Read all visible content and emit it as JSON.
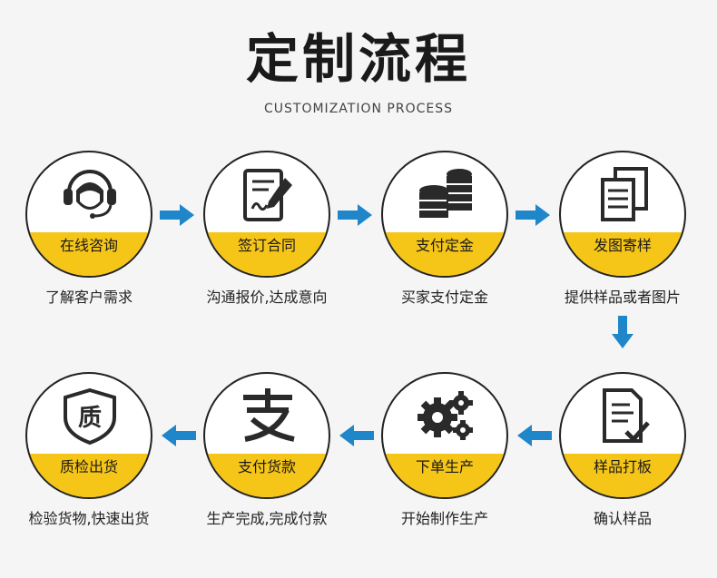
{
  "header": {
    "title": "定制流程",
    "subtitle": "CUSTOMIZATION PROCESS"
  },
  "steps": [
    {
      "label": "在线咨询",
      "desc": "了解客户需求",
      "icon": "customer-service-icon"
    },
    {
      "label": "签订合同",
      "desc": "沟通报价,达成意向",
      "icon": "contract-sign-icon"
    },
    {
      "label": "支付定金",
      "desc": "买家支付定金",
      "icon": "coin-stack-icon"
    },
    {
      "label": "发图寄样",
      "desc": "提供样品或者图片",
      "icon": "documents-icon"
    },
    {
      "label": "样品打板",
      "desc": "确认样品",
      "icon": "document-check-icon"
    },
    {
      "label": "下单生产",
      "desc": "开始制作生产",
      "icon": "gears-icon"
    },
    {
      "label": "支付货款",
      "desc": "生产完成,完成付款",
      "icon": "alipay-icon"
    },
    {
      "label": "质检出货",
      "desc": "检验货物,快速出货",
      "icon": "quality-shield-icon"
    }
  ],
  "colors": {
    "band": "#f5c518",
    "arrow": "#1f86c9",
    "circle_border": "#222222",
    "icon": "#2a2a2a"
  }
}
